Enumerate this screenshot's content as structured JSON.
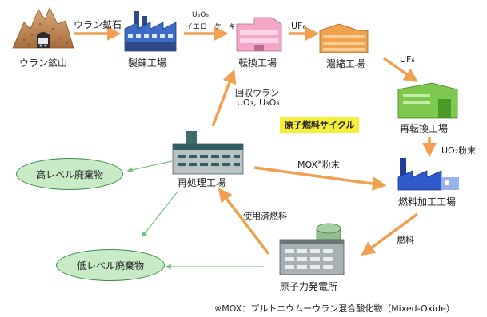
{
  "title": "原子燃料サイクル",
  "nodes": {
    "mine": "ウラン鉱山",
    "refinery": "製錬工場",
    "conversion": "転換工場",
    "enrichment": "濃縮工場",
    "reconversion": "再転換工場",
    "fabrication": "燃料加工工場",
    "power_plant": "原子力発電所",
    "reprocessing": "再処理工場",
    "high_level_waste": "高レベル廃棄物",
    "low_level_waste": "低レベル廃棄物"
  },
  "edges": {
    "ore": "ウラン鉱石",
    "u3o8_formula": "U₃O₈",
    "yellowcake": "イエローケーキ",
    "uf6_a": "UF₆",
    "uf6_b": "UF₆",
    "uo2": "UO₂粉末",
    "fuel": "燃料",
    "spent_fuel": "使用済燃料",
    "recovered_uranium": "回収ウラン",
    "recovered_formula": "UO₃, U₃O₈",
    "mox_powder": "MOX",
    "mox_mark": "※",
    "mox_powder_suffix": "粉末"
  },
  "footnote": "※MOX：プルトニウムーウラン混合酸化物（Mixed-Oxide）",
  "colors": {
    "arrow": "#f2a050",
    "waste_arrow": "#7ac27e",
    "waste_fill": "#c6ebc5",
    "badge": "#f5ee3a"
  }
}
